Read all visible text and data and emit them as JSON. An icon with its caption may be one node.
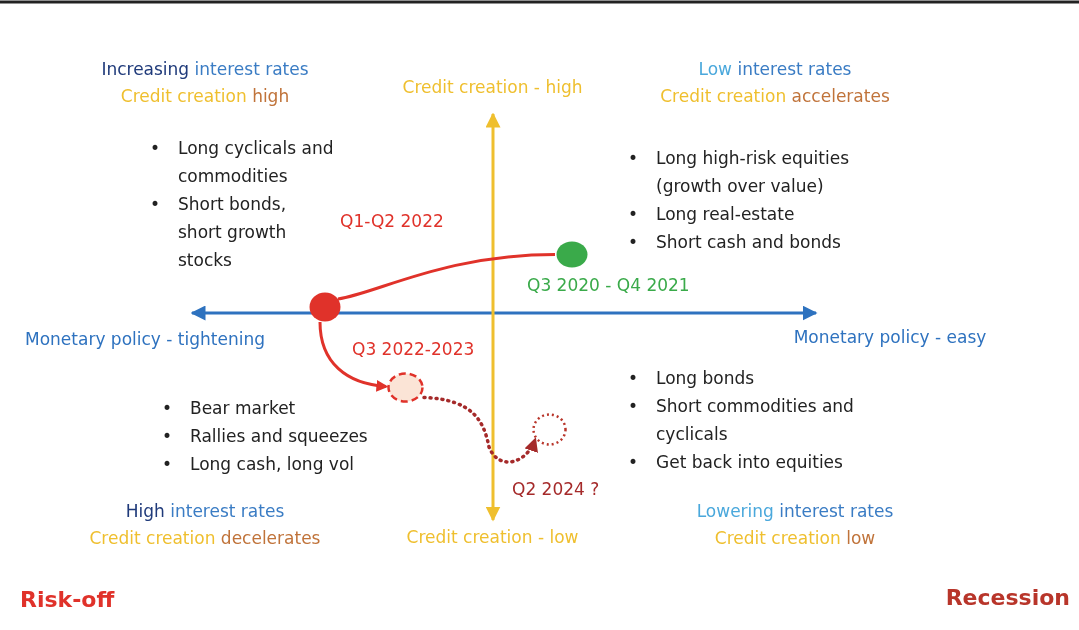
{
  "diagram": {
    "nodes": [
      {
        "text": [],
        "shape": "circle",
        "beside": [
          "Q3 2020 - Q4 2021"
        ]
      },
      {
        "text": [],
        "shape": "circle"
      },
      {
        "text": [],
        "shape": "circle"
      },
      {
        "text": [],
        "shape": "circle"
      }
    ],
    "edges": [
      {
        "from": 0,
        "to": 1,
        "arrow": "none",
        "label": "Q1-Q2 2022"
      },
      {
        "from": 1,
        "to": 2,
        "arrow": "to",
        "label": "Q3 2022-2023"
      },
      {
        "from": 2,
        "to": 3,
        "arrow": "to",
        "label": "Q2 2024 ?",
        "style": "dashed",
        "color": "#a52a2a"
      }
    ],
    "labels": [
      "Increasing",
      "interest rates",
      "Credit creation",
      "high",
      "Credit creation - high",
      "Low",
      "interest rates",
      "Credit creation",
      "accelerates",
      "•",
      "Long cyclicals and commodities",
      "•",
      "Short bonds, short growth stocks",
      "•",
      "Long high-risk equities (growth over value)",
      "•",
      "Long real-estate",
      "•",
      "Short cash and bonds",
      "Monetary policy - tightening",
      "Monetary policy - easy",
      "•",
      "Bear market",
      "•",
      "Rallies and squeezes",
      "•",
      "Long cash, long vol",
      "•",
      "Long bonds",
      "•",
      "Short commodities and cyclicals",
      "•",
      "Get back into equities",
      "High",
      "interest rates",
      "Credit creation",
      "decelerates",
      "Credit creation - low",
      "Lowering",
      "interest rates",
      "Credit creation",
      "low",
      "Risk-off",
      "Recession"
    ]
  }
}
